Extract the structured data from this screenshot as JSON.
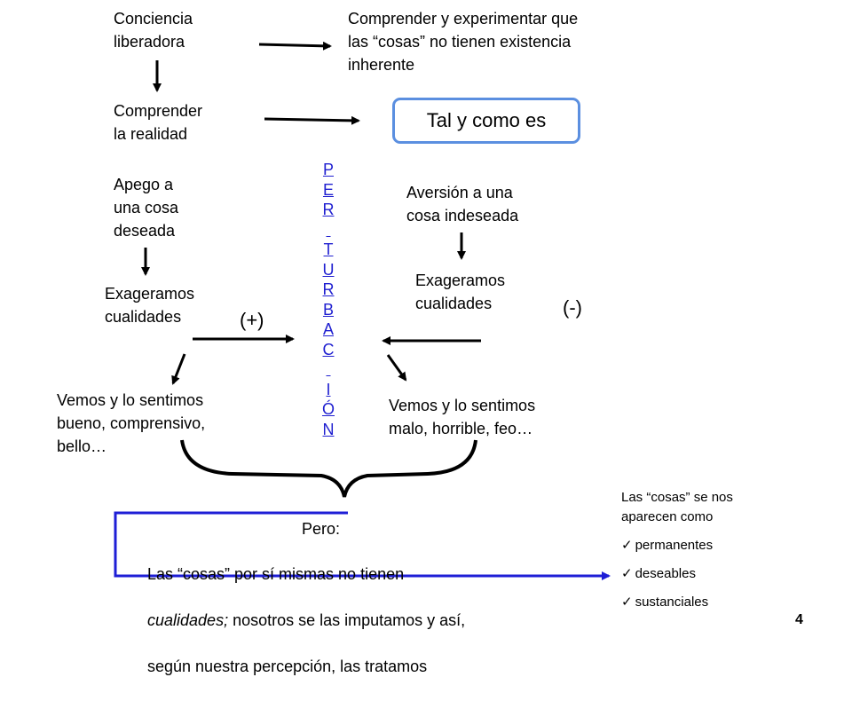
{
  "texts": {
    "conciencia": "Conciencia\nliberadora",
    "comprender_exp": "Comprender y experimentar que\nlas “cosas” no tienen existencia\ninherente",
    "comprender_realidad": "Comprender\nla realidad",
    "tal_y_como": "Tal y como es",
    "apego": "Apego a\nuna cosa\ndeseada",
    "aversion": "Aversión a una\ncosa indeseada",
    "exag_left": "Exageramos\ncualidades",
    "exag_right": "Exageramos\ncualidades",
    "plus": "(+)",
    "minus": "(-)",
    "vemos_left": "Vemos y lo sentimos\nbueno, comprensivo,\nbello…",
    "vemos_right": "Vemos y lo sentimos\nmalo, horrible, feo…",
    "pero": "Pero:",
    "cosas": "Las “cosas” por sí mismas no tienen\ncualidades; nosotros se las imputamos y así,\nsegún nuestra percepción, las tratamos",
    "aparecen": "Las “cosas” se nos\naparecen como",
    "page_number": "4"
  },
  "perturbacion_letters": [
    "P",
    "E",
    "R",
    "",
    "T",
    "U",
    "R",
    "B",
    "A",
    "C",
    "",
    "I",
    "Ó",
    "N"
  ],
  "cosas_lines": {
    "line1": "Las “cosas” por sí mismas no tienen",
    "line2_italic": "cualidades;",
    "line2_rest": " nosotros se las imputamos y así,",
    "line3": "según nuestra percepción, las tratamos"
  },
  "list_items": [
    "permanentes",
    "deseables",
    "sustanciales"
  ],
  "colors": {
    "blue_text": "#1f1fd0",
    "box_border": "#5b8fe0",
    "blue_line": "#1e1ed6"
  }
}
